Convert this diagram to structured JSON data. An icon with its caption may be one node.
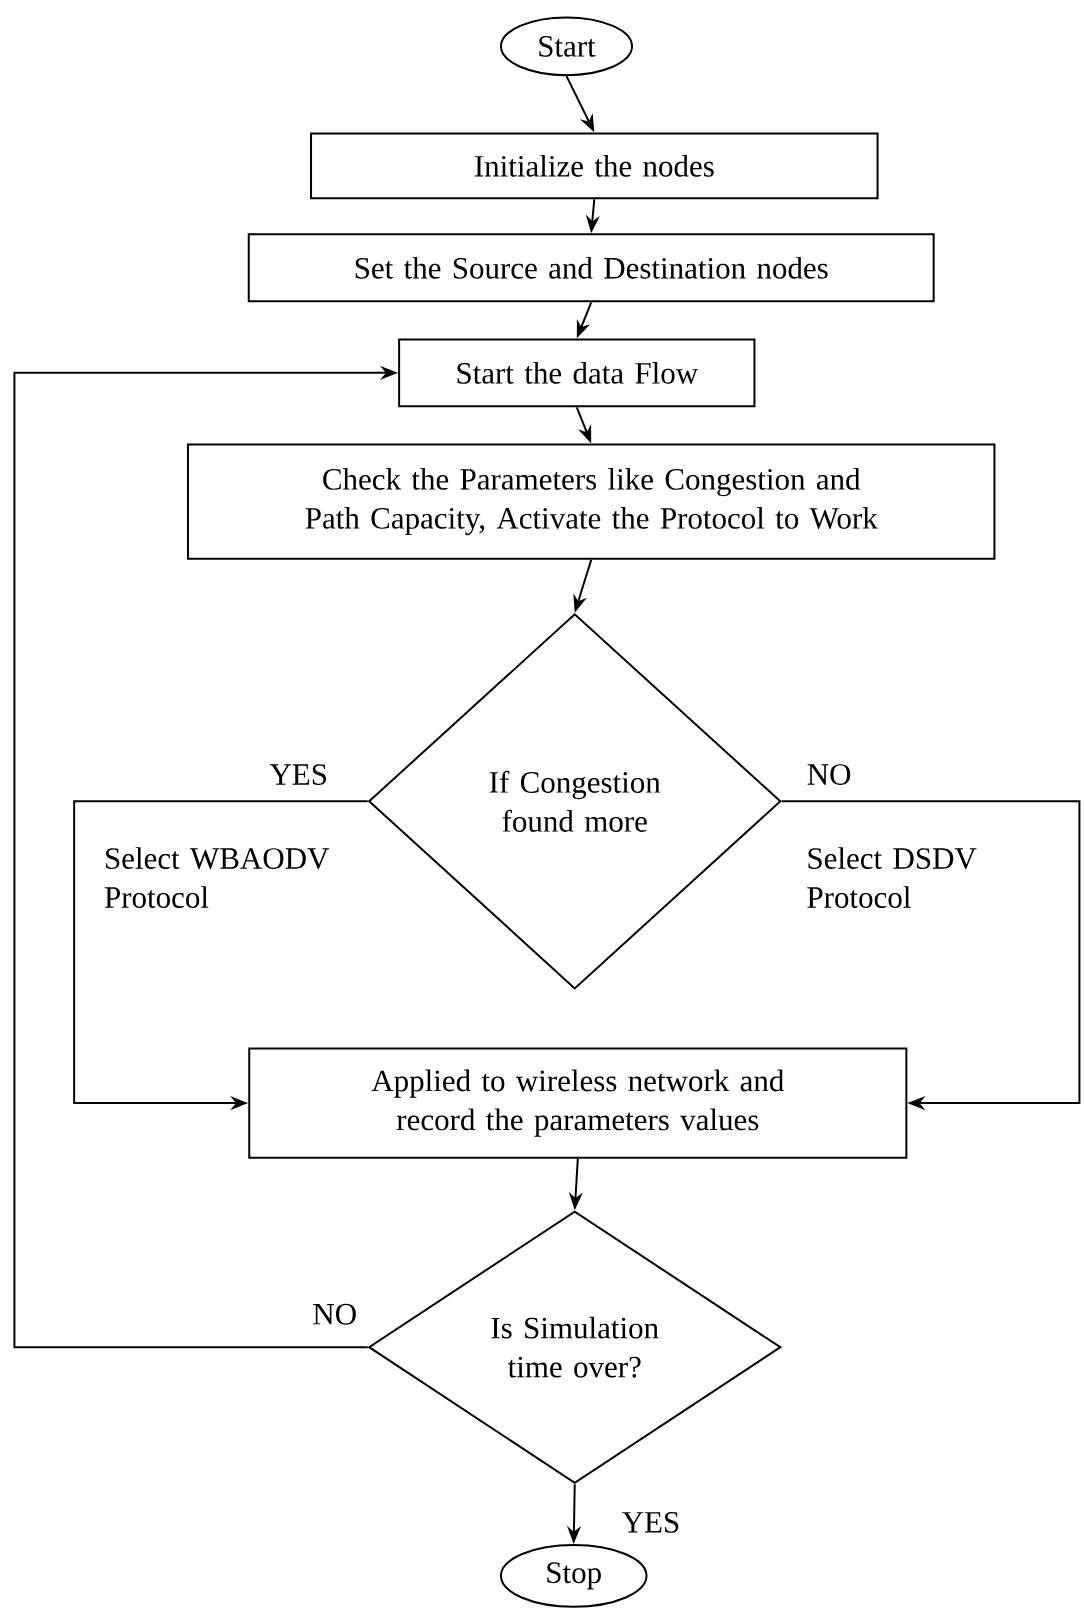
{
  "diagram": {
    "nodes": [
      {
        "text": [
          "Start"
        ]
      },
      {
        "text": [
          "Initialize the nodes"
        ]
      },
      {
        "text": [
          "Set the Source and Destination nodes"
        ]
      },
      {
        "text": [
          "Start the data Flow"
        ]
      },
      {
        "text": [
          "Check the Parameters like Congestion and Path Capacity, Activate the Protocol to Work"
        ]
      },
      {
        "text": [
          "If Congestion found more"
        ]
      },
      {
        "text": [
          "Applied to wireless network and record the parameters values"
        ]
      },
      {
        "text": [
          "Is Simulation time over?"
        ]
      },
      {
        "text": [
          "Stop"
        ]
      }
    ],
    "edges": [
      {
        "from": 0,
        "to": 1,
        "arrow": "to"
      },
      {
        "from": 1,
        "to": 2,
        "arrow": "to"
      },
      {
        "from": 2,
        "to": 3,
        "arrow": "to"
      },
      {
        "from": 3,
        "to": 4,
        "arrow": "to"
      },
      {
        "from": 4,
        "to": 5,
        "arrow": "to"
      },
      {
        "from": 5,
        "to": 6,
        "arrow": "to",
        "label": "YES"
      },
      {
        "from": 5,
        "to": 6,
        "arrow": "to",
        "label": "NO"
      },
      {
        "from": 6,
        "to": 7,
        "arrow": "to"
      },
      {
        "from": 7,
        "to": 3,
        "arrow": "to",
        "label": "NO"
      },
      {
        "from": 7,
        "to": 8,
        "arrow": "to",
        "label": "YES"
      }
    ],
    "labels": [
      "Select WBAODV Protocol",
      "Select DSDV Protocol"
    ]
  }
}
